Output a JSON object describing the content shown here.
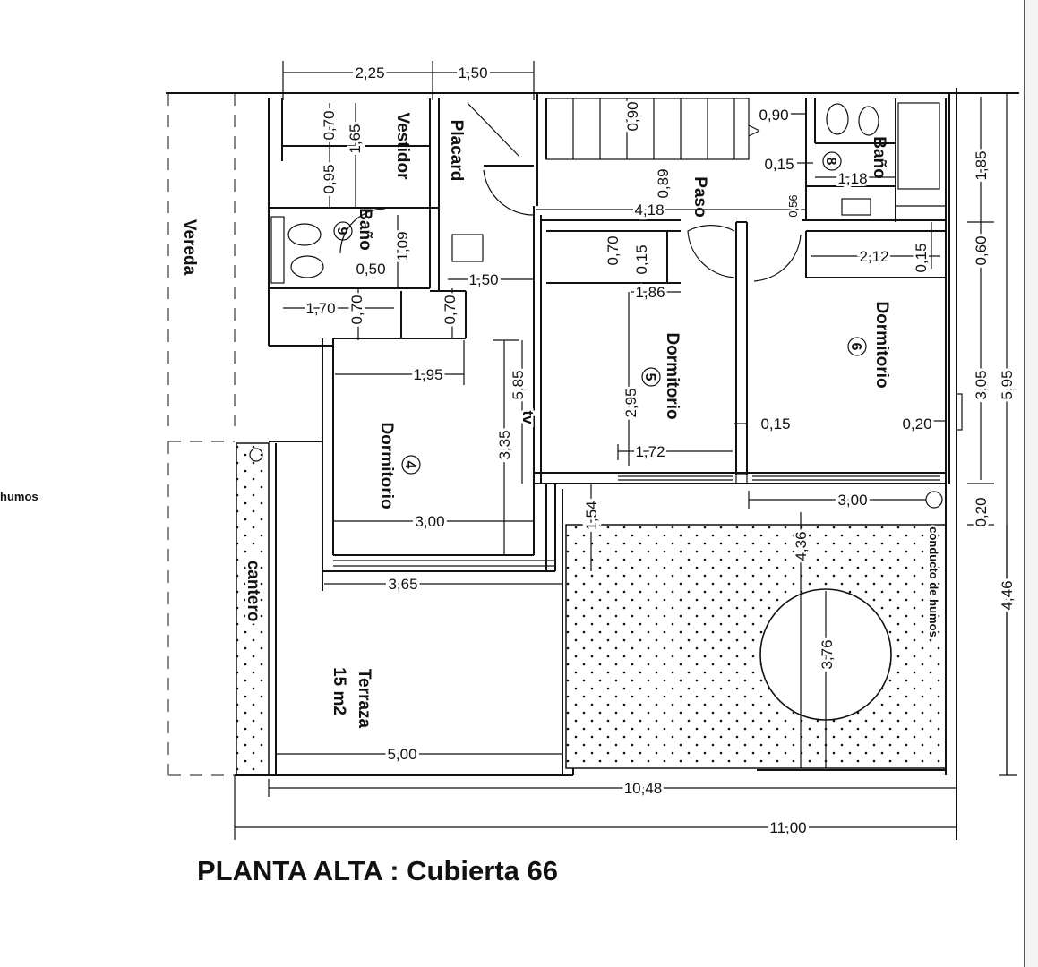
{
  "title": "PLANTA ALTA : Cubierta 66",
  "cutoff_label": "humos",
  "rooms": {
    "vereda": "Vereda",
    "vestidor": "Vestidor",
    "placard": "Placard",
    "paso": "Paso",
    "bano9": "Baño",
    "bano9_num": "9",
    "bano8": "Baño",
    "bano8_num": "8",
    "dorm4": "Dormitorio",
    "dorm4_num": "4",
    "dorm5": "Dormitorio",
    "dorm5_num": "5",
    "dorm6": "Dormitorio",
    "dorm6_num": "6",
    "cantero": "cantero",
    "terraza": "Terraza",
    "terraza_area": "15 m2",
    "conducto": "conducto de humos",
    "tv": "tv"
  },
  "dims": {
    "d225": "2,25",
    "d150top": "1,50",
    "d070v": "0,70",
    "d165": "1,65",
    "d095": "0,95",
    "d090v": "0,90",
    "d090h": "0,90",
    "d089": "0,89",
    "d015b8": "0,15",
    "d118": "1,18",
    "d185": "1,85",
    "d418": "4,18",
    "d056": "0,56",
    "d070d5": "0,70",
    "d015d5": "0,15",
    "d212": "2,12",
    "d015r": "0,15",
    "d060": "0,60",
    "d109": "1,09",
    "d050": "0,50",
    "d150mid": "1,50",
    "d170": "1,70",
    "d070b9": "0,70",
    "d070c": "0,70",
    "d186": "1,86",
    "d195": "1,95",
    "d585": "5,85",
    "d295": "2,95",
    "d015mid": "0,15",
    "d020r": "0,20",
    "d305": "3,05",
    "d595": "5,95",
    "d335": "3,35",
    "d172": "1,72",
    "d300d4": "3,00",
    "d154": "1,54",
    "d300t": "3,00",
    "d020b": "0,20",
    "d436": "4,36",
    "d446": "4,46",
    "d365": "3,65",
    "d376": "3,76",
    "d500": "5,00",
    "d1048": "10,48",
    "d1100": "11,00"
  }
}
